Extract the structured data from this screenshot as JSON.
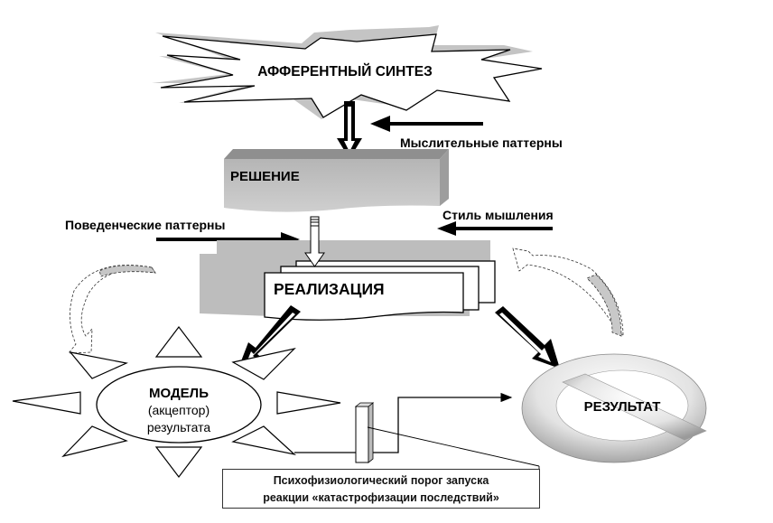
{
  "diagram": {
    "afferent_synthesis": "АФФЕРЕНТНЫЙ СИНТЕЗ",
    "decision": "РЕШЕНИЕ",
    "implementation": "РЕАЛИЗАЦИЯ",
    "model": {
      "line1": "МОДЕЛЬ",
      "line2": "(акцептор)",
      "line3": "результата"
    },
    "result": "РЕЗУЛЬТАТ",
    "inputs": {
      "thinking_patterns": "Мыслительные паттерны",
      "behavioral_patterns": "Поведенческие паттерны",
      "thinking_style": "Стиль мышления"
    },
    "threshold_caption": {
      "line1": "Психофизиологический порог запуска",
      "line2": "реакции «катастрофизации последствий»"
    },
    "colors": {
      "shadow_gray": "#c0c0c0",
      "block_gray": "#bdbdbd",
      "stroke": "#000000"
    }
  }
}
